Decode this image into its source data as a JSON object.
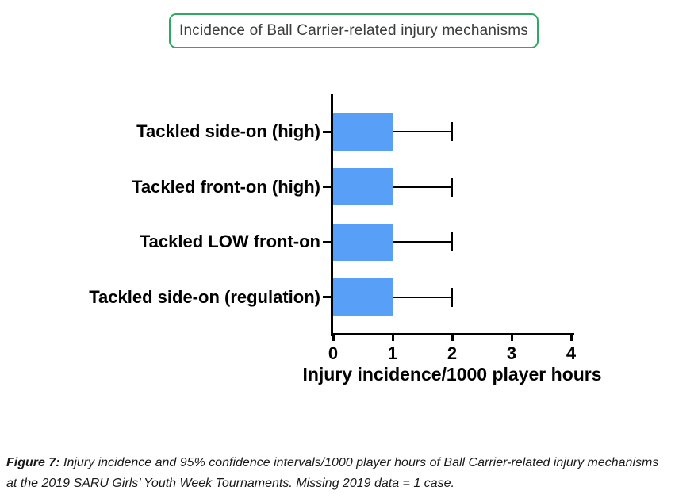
{
  "title_box": {
    "text": "Incidence of Ball Carrier-related injury mechanisms",
    "border_color": "#2FA862"
  },
  "chart_data": {
    "type": "bar",
    "orientation": "horizontal",
    "title": "Incidence of Ball Carrier-related injury mechanisms",
    "categories": [
      "Tackled side-on (high)",
      "Tackled front-on (high)",
      "Tackled LOW front-on",
      "Tackled side-on (regulation)"
    ],
    "values": [
      1,
      1,
      1,
      1
    ],
    "ci_upper": [
      2,
      2,
      2,
      2
    ],
    "xlabel": "Injury incidence/1000 player hours",
    "xlim": [
      0,
      4
    ],
    "xticks": [
      "0",
      "1",
      "2",
      "3",
      "4"
    ],
    "bar_color": "#58A0F7",
    "axis_color": "#000000",
    "grid": false,
    "legend_position": "none"
  },
  "caption": {
    "prefix": "Figure 7:",
    "line1_rest": " Injury incidence and 95% confidence intervals/1000 player hours of Ball Carrier-related injury mechanisms",
    "line2": "at the 2019 SARU Girls’ Youth Week Tournaments. Missing 2019 data = 1 case."
  }
}
